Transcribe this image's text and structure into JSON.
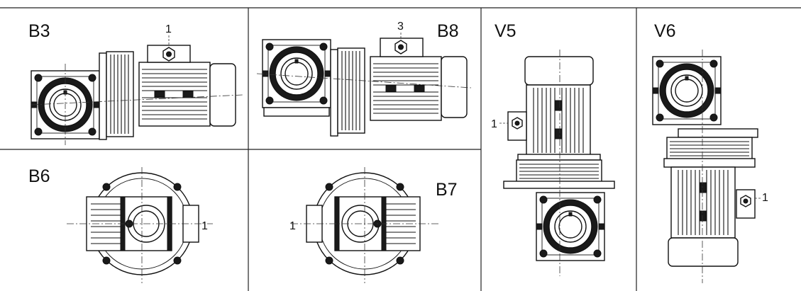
{
  "panels": {
    "b3": {
      "title": "B3",
      "callout": "1"
    },
    "b8": {
      "title": "B8",
      "callout": "3"
    },
    "v5": {
      "title": "V5",
      "callout": "1"
    },
    "v6": {
      "title": "V6",
      "callout": "1"
    },
    "b6": {
      "title": "B6",
      "callout": "1"
    },
    "b7": {
      "title": "B7",
      "callout": "1"
    }
  }
}
